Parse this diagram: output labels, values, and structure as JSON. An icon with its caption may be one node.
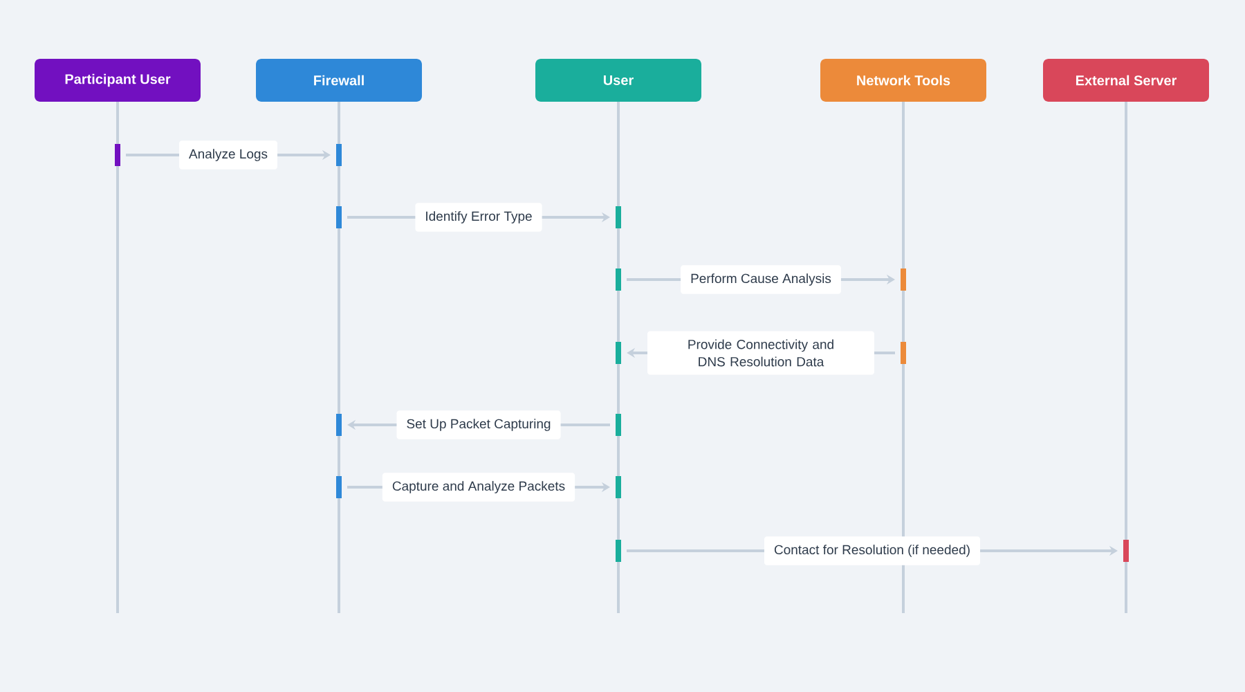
{
  "diagram": {
    "nodes": [
      {
        "text": [
          "Participant User"
        ]
      },
      {
        "text": [
          "Firewall"
        ]
      },
      {
        "text": [
          "User"
        ]
      },
      {
        "text": [
          "Network Tools"
        ]
      },
      {
        "text": [
          "External Server"
        ]
      }
    ],
    "edges": [
      {
        "from": 0,
        "to": 1,
        "arrow": "to",
        "label": "Analyze Logs"
      },
      {
        "from": 1,
        "to": 2,
        "arrow": "to",
        "label": "Identify Error Type"
      },
      {
        "from": 2,
        "to": 3,
        "arrow": "to",
        "label": "Perform Cause Analysis"
      },
      {
        "from": 3,
        "to": 2,
        "arrow": "to",
        "label": "Provide Connectivity and DNS Resolution Data"
      },
      {
        "from": 2,
        "to": 1,
        "arrow": "to",
        "label": "Set Up Packet Capturing"
      },
      {
        "from": 1,
        "to": 2,
        "arrow": "to",
        "label": "Capture and Analyze Packets"
      },
      {
        "from": 2,
        "to": 4,
        "arrow": "to",
        "label": "Contact for Resolution (if needed)"
      }
    ]
  }
}
